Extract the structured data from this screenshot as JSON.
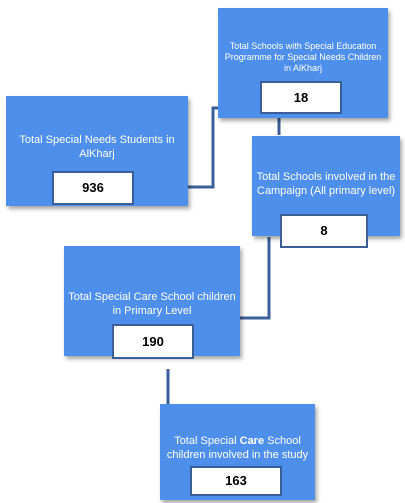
{
  "nodes": [
    {
      "id": "special-ed-schools",
      "title": "Total Schools with Special Education Programme for Special Needs Children in AlKharj",
      "value": "18"
    },
    {
      "id": "special-needs-students",
      "title": "Total Special Needs Students in AlKharj",
      "value": "936"
    },
    {
      "id": "campaign-schools",
      "title": "Total Schools involved in the Campaign (All primary level)",
      "value": "8"
    },
    {
      "id": "primary-care-children",
      "title": "Total Special Care School children in Primary Level",
      "value": "190"
    },
    {
      "id": "study-children",
      "title_parts": [
        "Total Special ",
        "Care",
        " School children  involved in  the study"
      ],
      "value": "163"
    }
  ],
  "colors": {
    "box_fill": "#4f8fec",
    "connector": "#3a5f98",
    "value_border": "#3a5f98"
  }
}
